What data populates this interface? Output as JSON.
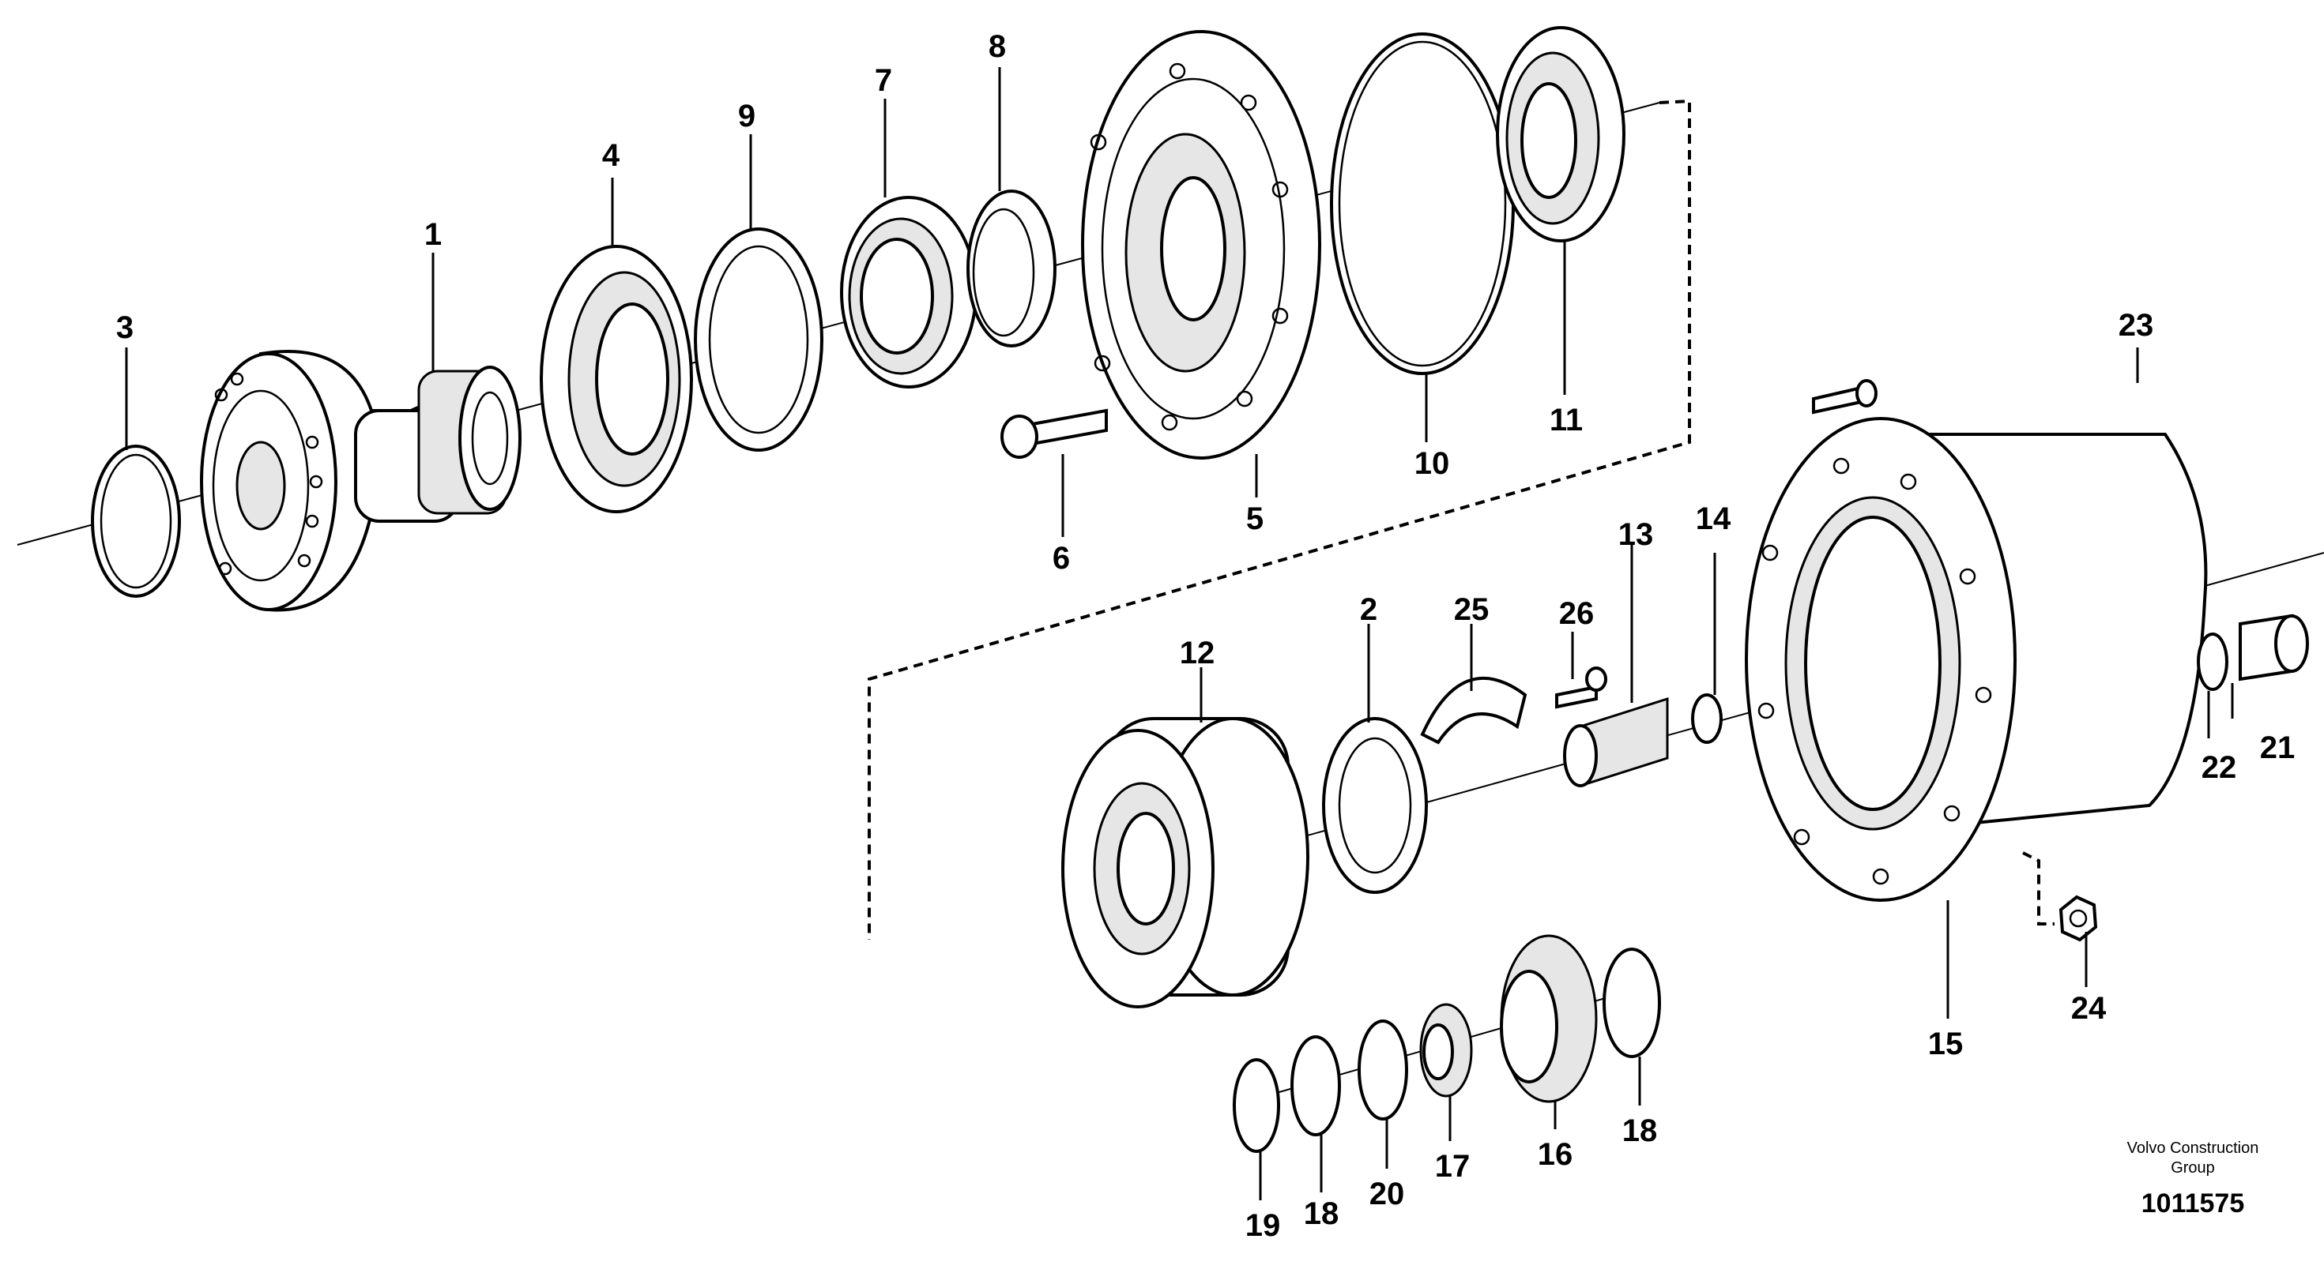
{
  "diagram": {
    "labels": {
      "p1": "1",
      "p2": "2",
      "p3": "3",
      "p4": "4",
      "p5": "5",
      "p6": "6",
      "p7": "7",
      "p8": "8",
      "p9": "9",
      "p10": "10",
      "p11": "11",
      "p12": "12",
      "p13": "13",
      "p14": "14",
      "p15": "15",
      "p16": "16",
      "p17": "17",
      "p18a": "18",
      "p18b": "18",
      "p19": "19",
      "p20": "20",
      "p21": "21",
      "p22": "22",
      "p23": "23",
      "p24": "24",
      "p25": "25",
      "p26": "26"
    },
    "credit_line1": "Volvo Construction",
    "credit_line2": "Group",
    "document_number": "1011575"
  }
}
